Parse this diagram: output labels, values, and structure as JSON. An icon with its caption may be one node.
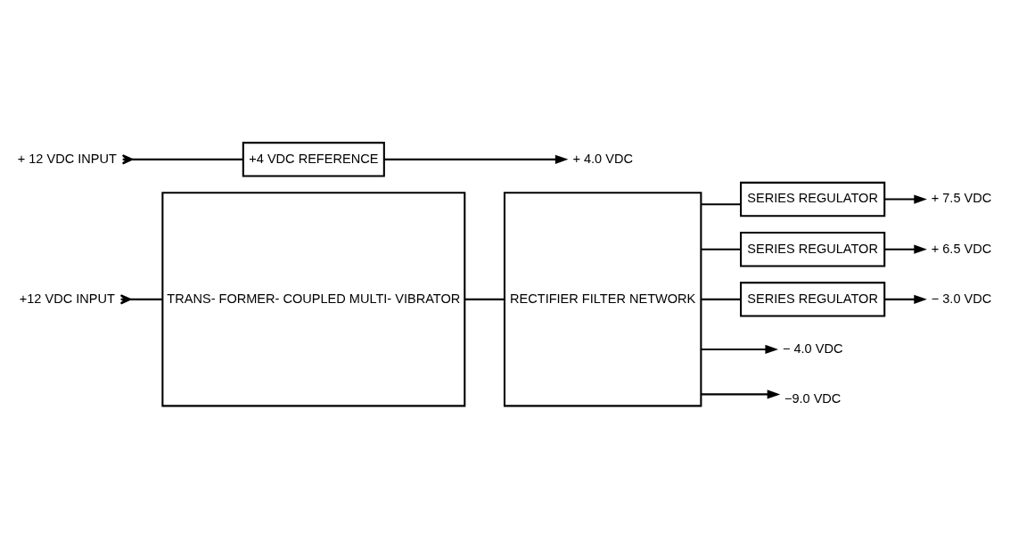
{
  "diagram": {
    "nodes": [
      {
        "text": [
          "+12 VDC INPUT"
        ]
      },
      {
        "text": [
          "TRANS- FORMER- COUPLED MULTI- VIBRATOR"
        ]
      },
      {
        "text": [
          "RECTIFIER FILTER NETWORK"
        ]
      },
      {
        "text": [
          "SERIES REGULATOR"
        ]
      },
      {
        "text": [
          "SERIES REGULATOR"
        ]
      },
      {
        "text": [
          "SERIES REGULATOR"
        ]
      },
      {
        "text": [
          "+ 7.5 VDC"
        ]
      },
      {
        "text": [
          "+ 6.5 VDC"
        ]
      },
      {
        "text": [
          "− 3.0 VDC"
        ]
      },
      {
        "text": [
          "− 4.0 VDC"
        ]
      },
      {
        "text": [
          "−9.0 VDC"
        ]
      },
      {
        "text": [
          "+ 12 VDC INPUT"
        ]
      },
      {
        "text": [
          "+4 VDC REFERENCE"
        ]
      },
      {
        "text": [
          "+ 4.0 VDC"
        ]
      }
    ],
    "edges": [
      {
        "from": 0,
        "to": 1,
        "arrow": "other"
      },
      {
        "from": 1,
        "to": 2,
        "arrow": "none"
      },
      {
        "from": 2,
        "to": 3,
        "arrow": "none"
      },
      {
        "from": 2,
        "to": 4,
        "arrow": "none"
      },
      {
        "from": 2,
        "to": 5,
        "arrow": "none"
      },
      {
        "from": 3,
        "to": 6,
        "arrow": "to"
      },
      {
        "from": 4,
        "to": 7,
        "arrow": "to"
      },
      {
        "from": 5,
        "to": 8,
        "arrow": "to"
      },
      {
        "from": 2,
        "to": 9,
        "arrow": "to"
      },
      {
        "from": 2,
        "to": 10,
        "arrow": "to"
      },
      {
        "from": 11,
        "to": 12,
        "arrow": "other"
      },
      {
        "from": 12,
        "to": 13,
        "arrow": "to"
      }
    ]
  }
}
